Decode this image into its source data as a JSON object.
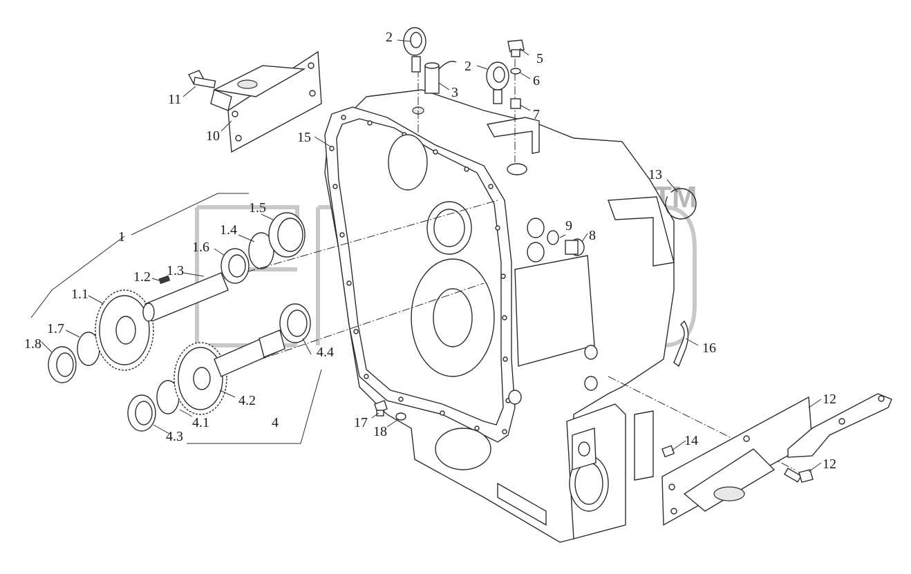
{
  "diagram": {
    "callouts": [
      {
        "id": "c-1",
        "text": "1"
      },
      {
        "id": "c-1-1",
        "text": "1.1"
      },
      {
        "id": "c-1-2",
        "text": "1.2"
      },
      {
        "id": "c-1-3",
        "text": "1.3"
      },
      {
        "id": "c-1-4",
        "text": "1.4"
      },
      {
        "id": "c-1-5",
        "text": "1.5"
      },
      {
        "id": "c-1-6",
        "text": "1.6"
      },
      {
        "id": "c-1-7",
        "text": "1.7"
      },
      {
        "id": "c-1-8",
        "text": "1.8"
      },
      {
        "id": "c-2a",
        "text": "2"
      },
      {
        "id": "c-2b",
        "text": "2"
      },
      {
        "id": "c-3",
        "text": "3"
      },
      {
        "id": "c-4",
        "text": "4"
      },
      {
        "id": "c-4-1",
        "text": "4.1"
      },
      {
        "id": "c-4-2",
        "text": "4.2"
      },
      {
        "id": "c-4-3",
        "text": "4.3"
      },
      {
        "id": "c-4-4",
        "text": "4.4"
      },
      {
        "id": "c-5",
        "text": "5"
      },
      {
        "id": "c-6",
        "text": "6"
      },
      {
        "id": "c-7",
        "text": "7"
      },
      {
        "id": "c-8",
        "text": "8"
      },
      {
        "id": "c-9",
        "text": "9"
      },
      {
        "id": "c-10",
        "text": "10"
      },
      {
        "id": "c-11",
        "text": "11"
      },
      {
        "id": "c-12a",
        "text": "12"
      },
      {
        "id": "c-12b",
        "text": "12"
      },
      {
        "id": "c-13",
        "text": "13"
      },
      {
        "id": "c-14",
        "text": "14"
      },
      {
        "id": "c-15",
        "text": "15"
      },
      {
        "id": "c-16",
        "text": "16"
      },
      {
        "id": "c-17",
        "text": "17"
      },
      {
        "id": "c-18",
        "text": "18"
      }
    ],
    "watermark_tm": "TM"
  }
}
